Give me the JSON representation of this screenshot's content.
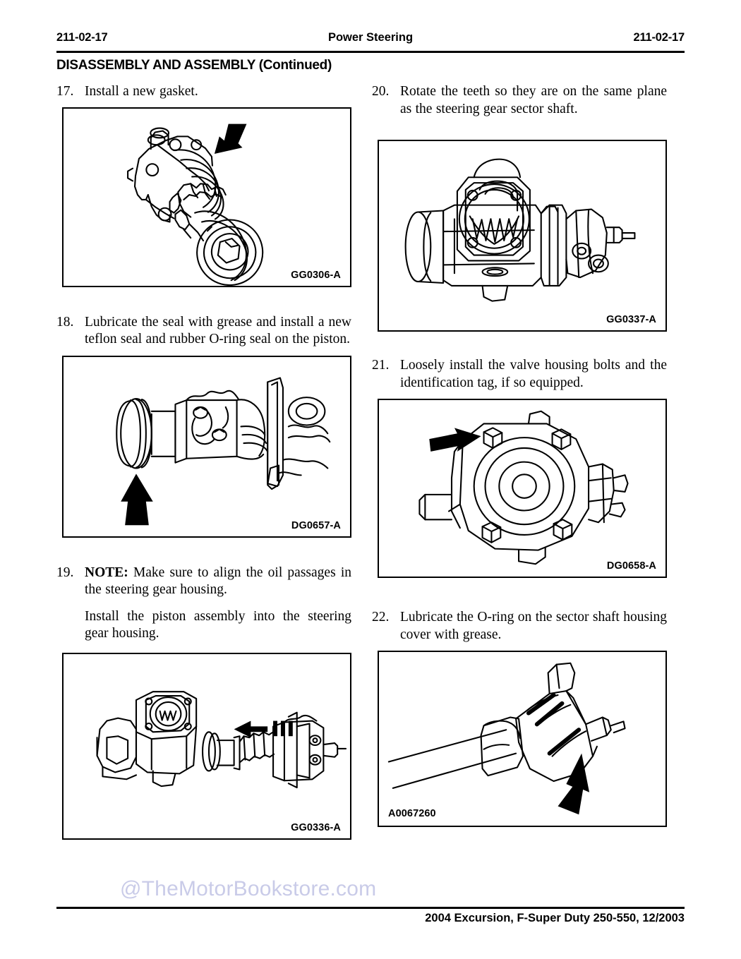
{
  "header": {
    "page_number_left": "211-02-17",
    "title": "Power Steering",
    "page_number_right": "211-02-17",
    "section_title": "DISASSEMBLY AND ASSEMBLY (Continued)"
  },
  "left_column": {
    "steps": [
      {
        "number": "17.",
        "paragraphs": [
          "Install a new gasket."
        ],
        "figure_id": "GG0306-A"
      },
      {
        "number": "18.",
        "paragraphs": [
          "Lubricate the seal with grease and install a new teflon seal and rubber O-ring seal on the piston."
        ],
        "figure_id": "DG0657-A"
      },
      {
        "number": "19.",
        "note_label": "NOTE:",
        "paragraphs": [
          "Make sure to align the oil passages in the steering gear housing.",
          "Install the piston assembly into the steering gear housing."
        ],
        "figure_id": "GG0336-A"
      }
    ]
  },
  "right_column": {
    "steps": [
      {
        "number": "20.",
        "paragraphs": [
          "Rotate the teeth so they are on the same plane as the steering gear sector shaft."
        ],
        "figure_id": "GG0337-A"
      },
      {
        "number": "21.",
        "paragraphs": [
          "Loosely install the valve housing bolts and the identification tag, if so equipped."
        ],
        "figure_id": "DG0658-A"
      },
      {
        "number": "22.",
        "paragraphs": [
          "Lubricate the O-ring on the sector shaft housing cover with grease."
        ],
        "figure_id": "A0067260"
      }
    ]
  },
  "watermark": "@TheMotorBookstore.com",
  "footer": {
    "text": "2004 Excursion, F-Super Duty 250-550, 12/2003"
  },
  "colors": {
    "ink": "#000000",
    "paper": "#ffffff",
    "watermark": "#c9cbe8"
  }
}
